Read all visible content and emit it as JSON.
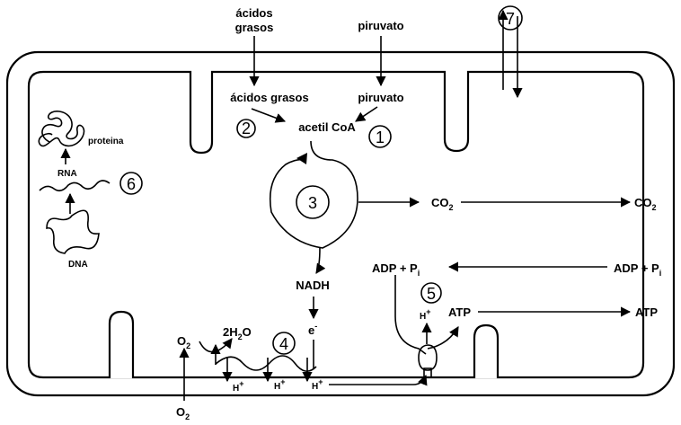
{
  "labels": {
    "fatty_acids_outside_1": "ácidos",
    "fatty_acids_outside_2": "grasos",
    "pyruvate_outside": "piruvato",
    "fatty_acids_inside": "ácidos grasos",
    "pyruvate_inside": "piruvato",
    "acetyl_coa": "acetil CoA",
    "protein": "proteina",
    "rna": "RNA",
    "dna": "DNA",
    "co2_inner": "CO",
    "co2_outer": "CO",
    "co2_sub": "2",
    "adp_pi_inner": "ADP + P",
    "adp_pi_outer": "ADP + P",
    "pi_sub": "i",
    "nadh": "NADH",
    "electron": "e",
    "electron_sup": "-",
    "proton": "H",
    "proton_sup": "+",
    "atp_inner": "ATP",
    "atp_outer": "ATP",
    "oxygen_inner": "O",
    "oxygen_outer": "O",
    "o2_sub": "2",
    "water": "2H",
    "water_sub": "2",
    "water_o": "O"
  },
  "steps": [
    "1",
    "2",
    "3",
    "4",
    "5",
    "6",
    "7"
  ]
}
